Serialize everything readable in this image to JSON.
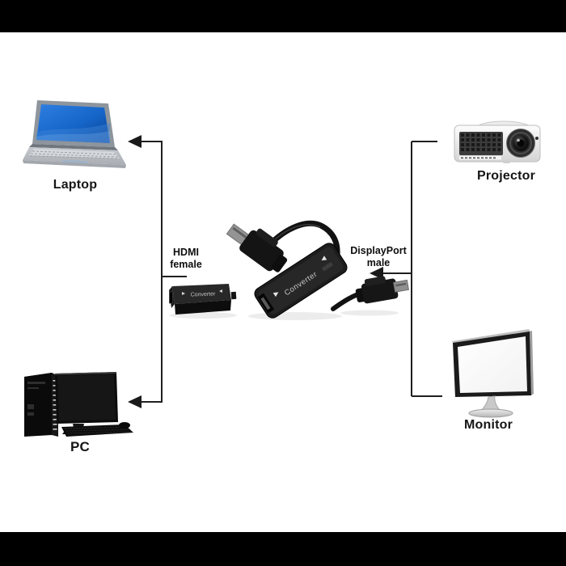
{
  "bars": {
    "color": "#000000"
  },
  "devices": {
    "laptop": {
      "label": "Laptop"
    },
    "pc": {
      "label": "PC"
    },
    "projector": {
      "label": "Projector"
    },
    "monitor": {
      "label": "Monitor"
    }
  },
  "ports": {
    "hdmi": {
      "line1": "HDMI",
      "line2": "female"
    },
    "displayport": {
      "line1": "DisplayPort",
      "line2": "male"
    }
  },
  "center": {
    "converter_text": "Converter"
  },
  "colors": {
    "line": "#1f1f1f",
    "label": "#151515",
    "laptop_screen": "#1565c8",
    "adapter_body": "#1f1f1f",
    "metal_tip": "#919191"
  }
}
